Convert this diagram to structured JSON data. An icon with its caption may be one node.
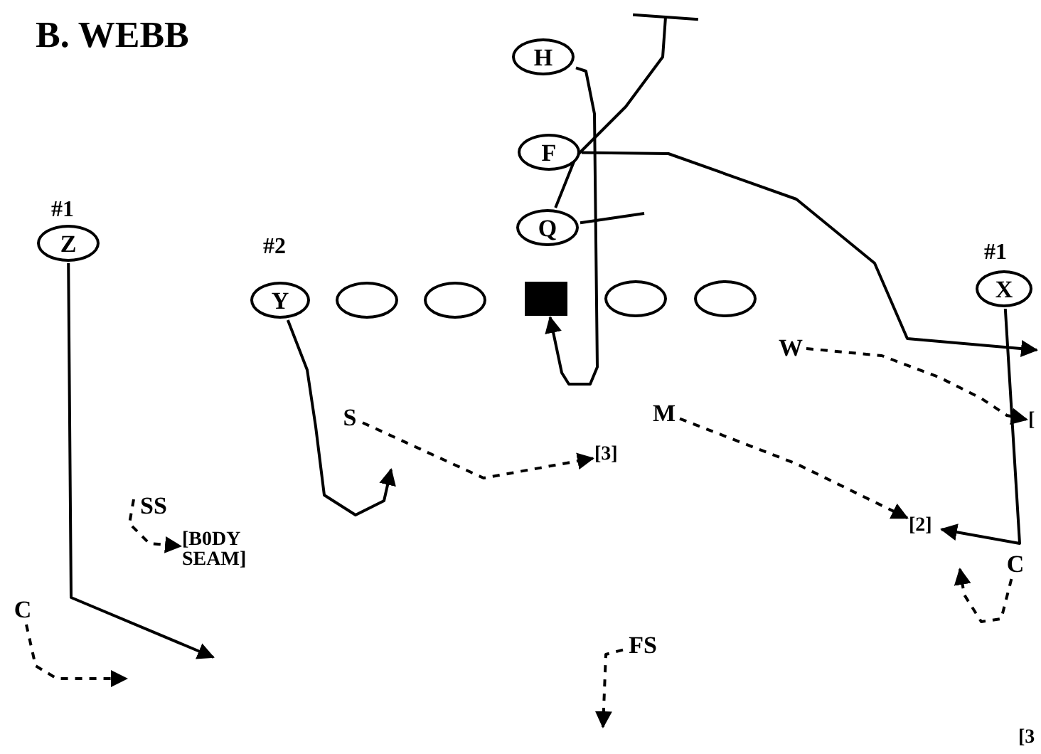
{
  "diagram": {
    "title": "B. WEBB",
    "nodes": [
      {
        "text": [
          "H"
        ]
      },
      {
        "text": [
          "F"
        ]
      },
      {
        "text": [
          "Q"
        ]
      },
      {
        "text": [
          "Z"
        ],
        "beside": [
          "#1"
        ]
      },
      {
        "text": [
          "Y"
        ],
        "beside": [
          "#2"
        ]
      },
      {
        "text": [],
        "shape": "ellipse"
      },
      {
        "text": [],
        "shape": "ellipse"
      },
      {
        "text": [],
        "shape": "box"
      },
      {
        "text": [],
        "shape": "ellipse"
      },
      {
        "text": [],
        "shape": "ellipse"
      },
      {
        "text": [
          "X"
        ],
        "beside": [
          "#1"
        ]
      },
      {
        "text": [
          "S"
        ]
      },
      {
        "text": [
          "M"
        ]
      },
      {
        "text": [
          "W"
        ]
      },
      {
        "text": [
          "SS"
        ]
      },
      {
        "text": [
          "C"
        ]
      },
      {
        "text": [
          "C"
        ]
      },
      {
        "text": [
          "FS"
        ]
      },
      {
        "text": [
          "[B0DY SEAM]"
        ]
      },
      {
        "text": [
          "[3]"
        ]
      },
      {
        "text": [
          "[2]"
        ]
      },
      {
        "text": [
          "["
        ]
      }
    ],
    "edges": [
      {
        "from": 0,
        "to": 7,
        "arrow": "to"
      },
      {
        "from": 1,
        "to": null,
        "arrow": "to"
      },
      {
        "from": 2,
        "to": null,
        "arrow": "other"
      },
      {
        "from": 2,
        "to": null,
        "arrow": "none"
      },
      {
        "from": 3,
        "to": null,
        "arrow": "to"
      },
      {
        "from": 4,
        "to": null,
        "arrow": "to"
      },
      {
        "from": 10,
        "to": 20,
        "arrow": "to"
      },
      {
        "from": 11,
        "to": 19,
        "arrow": "to",
        "style": "dashed"
      },
      {
        "from": 12,
        "to": 20,
        "arrow": "to",
        "style": "dashed"
      },
      {
        "from": 13,
        "to": 21,
        "arrow": "to",
        "style": "dashed"
      },
      {
        "from": 14,
        "to": 18,
        "arrow": "to",
        "style": "dashed"
      },
      {
        "from": 15,
        "to": null,
        "arrow": "to",
        "style": "dashed"
      },
      {
        "from": 16,
        "to": null,
        "arrow": "to",
        "style": "dashed"
      },
      {
        "from": 17,
        "to": null,
        "arrow": "to",
        "style": "dashed"
      }
    ],
    "labels": [
      "[3"
    ]
  }
}
